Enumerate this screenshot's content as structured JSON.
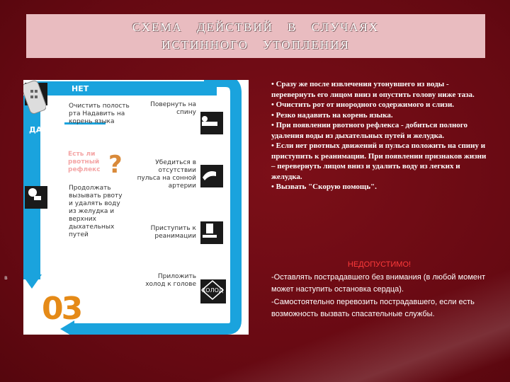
{
  "title": {
    "line1": "СХЕМА  ДЕЙСТВИЙ  В  СЛУЧАЯХ",
    "line2": "ИСТИННОГО  УТОПЛЕНИЯ"
  },
  "diagram": {
    "no_label": "НЕТ",
    "yes_label": "ДА",
    "question_text": "Есть ли рвотный рефлекс",
    "question_mark": "?",
    "left_steps": [
      "Очистить полость рта Надавить на корень языка",
      "Продолжать вызывать рвоту и удалять воду из желудка и верхних дыхательных путей"
    ],
    "right_steps": [
      "Повернуть на спину",
      "Убедиться в отсутствии пульса на сонной артерии",
      "Приступить к реанимации",
      "Приложить холод к голове"
    ],
    "cold_icon_text": "ХОЛОД",
    "emergency_number": "03",
    "side_label": "в",
    "colors": {
      "arrow": "#1aa3dd",
      "number": "#e58a17"
    },
    "icons": [
      "person-icon",
      "mouth-icon",
      "hand-pulse-icon",
      "cpr-icon",
      "phone-icon",
      "cold-pack-icon"
    ]
  },
  "instructions": [
    "• Сразу же после извлечения утонувшего из воды - перевернуть его лицом вниз и опустить голову ниже таза.",
    "• Очистить рот от инородного содержимого и слизи.",
    "• Резко надавить на корень языка.",
    "• При появлении рвотного рефлекса - добиться полного удаления воды из дыхательных путей и желудка.",
    "• Если нет рвотных движений и пульса положить на спину и приступить к реанимации. При появлении признаков жизни – перевернуть лицом вниз и удалить воду из легких и желудка.",
    "• Вызвать \"Скорую помощь\"."
  ],
  "warning": {
    "title": "НЕДОПУСТИМО!",
    "items": [
      "-Оставлять пострадавшего без внимания (в любой момент может наступить остановка сердца).",
      "-Самостоятельно перевозить пострадавшего, если есть возможность вызвать спасательные службы."
    ]
  }
}
